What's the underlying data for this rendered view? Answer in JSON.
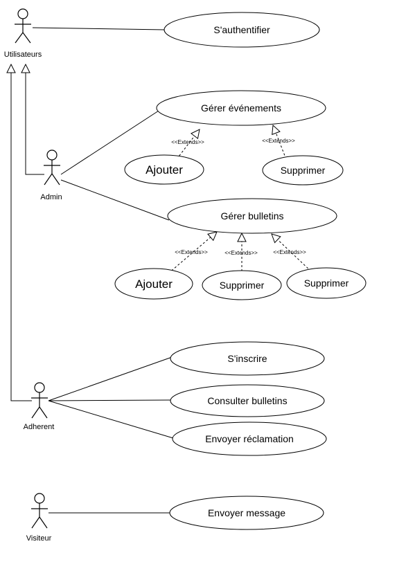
{
  "actors": {
    "utilisateurs": "Utilisateurs",
    "admin": "Admin",
    "adherent": "Adherent",
    "visiteur": "Visiteur"
  },
  "use_cases": {
    "authentifier": "S'authentifier",
    "gerer_evenements": "Gérer événements",
    "ajouter_evenement": "Ajouter",
    "supprimer_evenement": "Supprimer",
    "gerer_bulletins": "Gérer bulletins",
    "ajouter_bulletin": "Ajouter",
    "supprimer_bulletin_1": "Supprimer",
    "supprimer_bulletin_2": "Supprimer",
    "inscrire": "S'inscrire",
    "consulter_bulletins": "Consulter bulletins",
    "envoyer_reclamation": "Envoyer réclamation",
    "envoyer_message": "Envoyer message"
  },
  "stereotype": "<<Extends>>",
  "colors": {
    "stroke": "#000000",
    "fill": "#ffffff"
  }
}
